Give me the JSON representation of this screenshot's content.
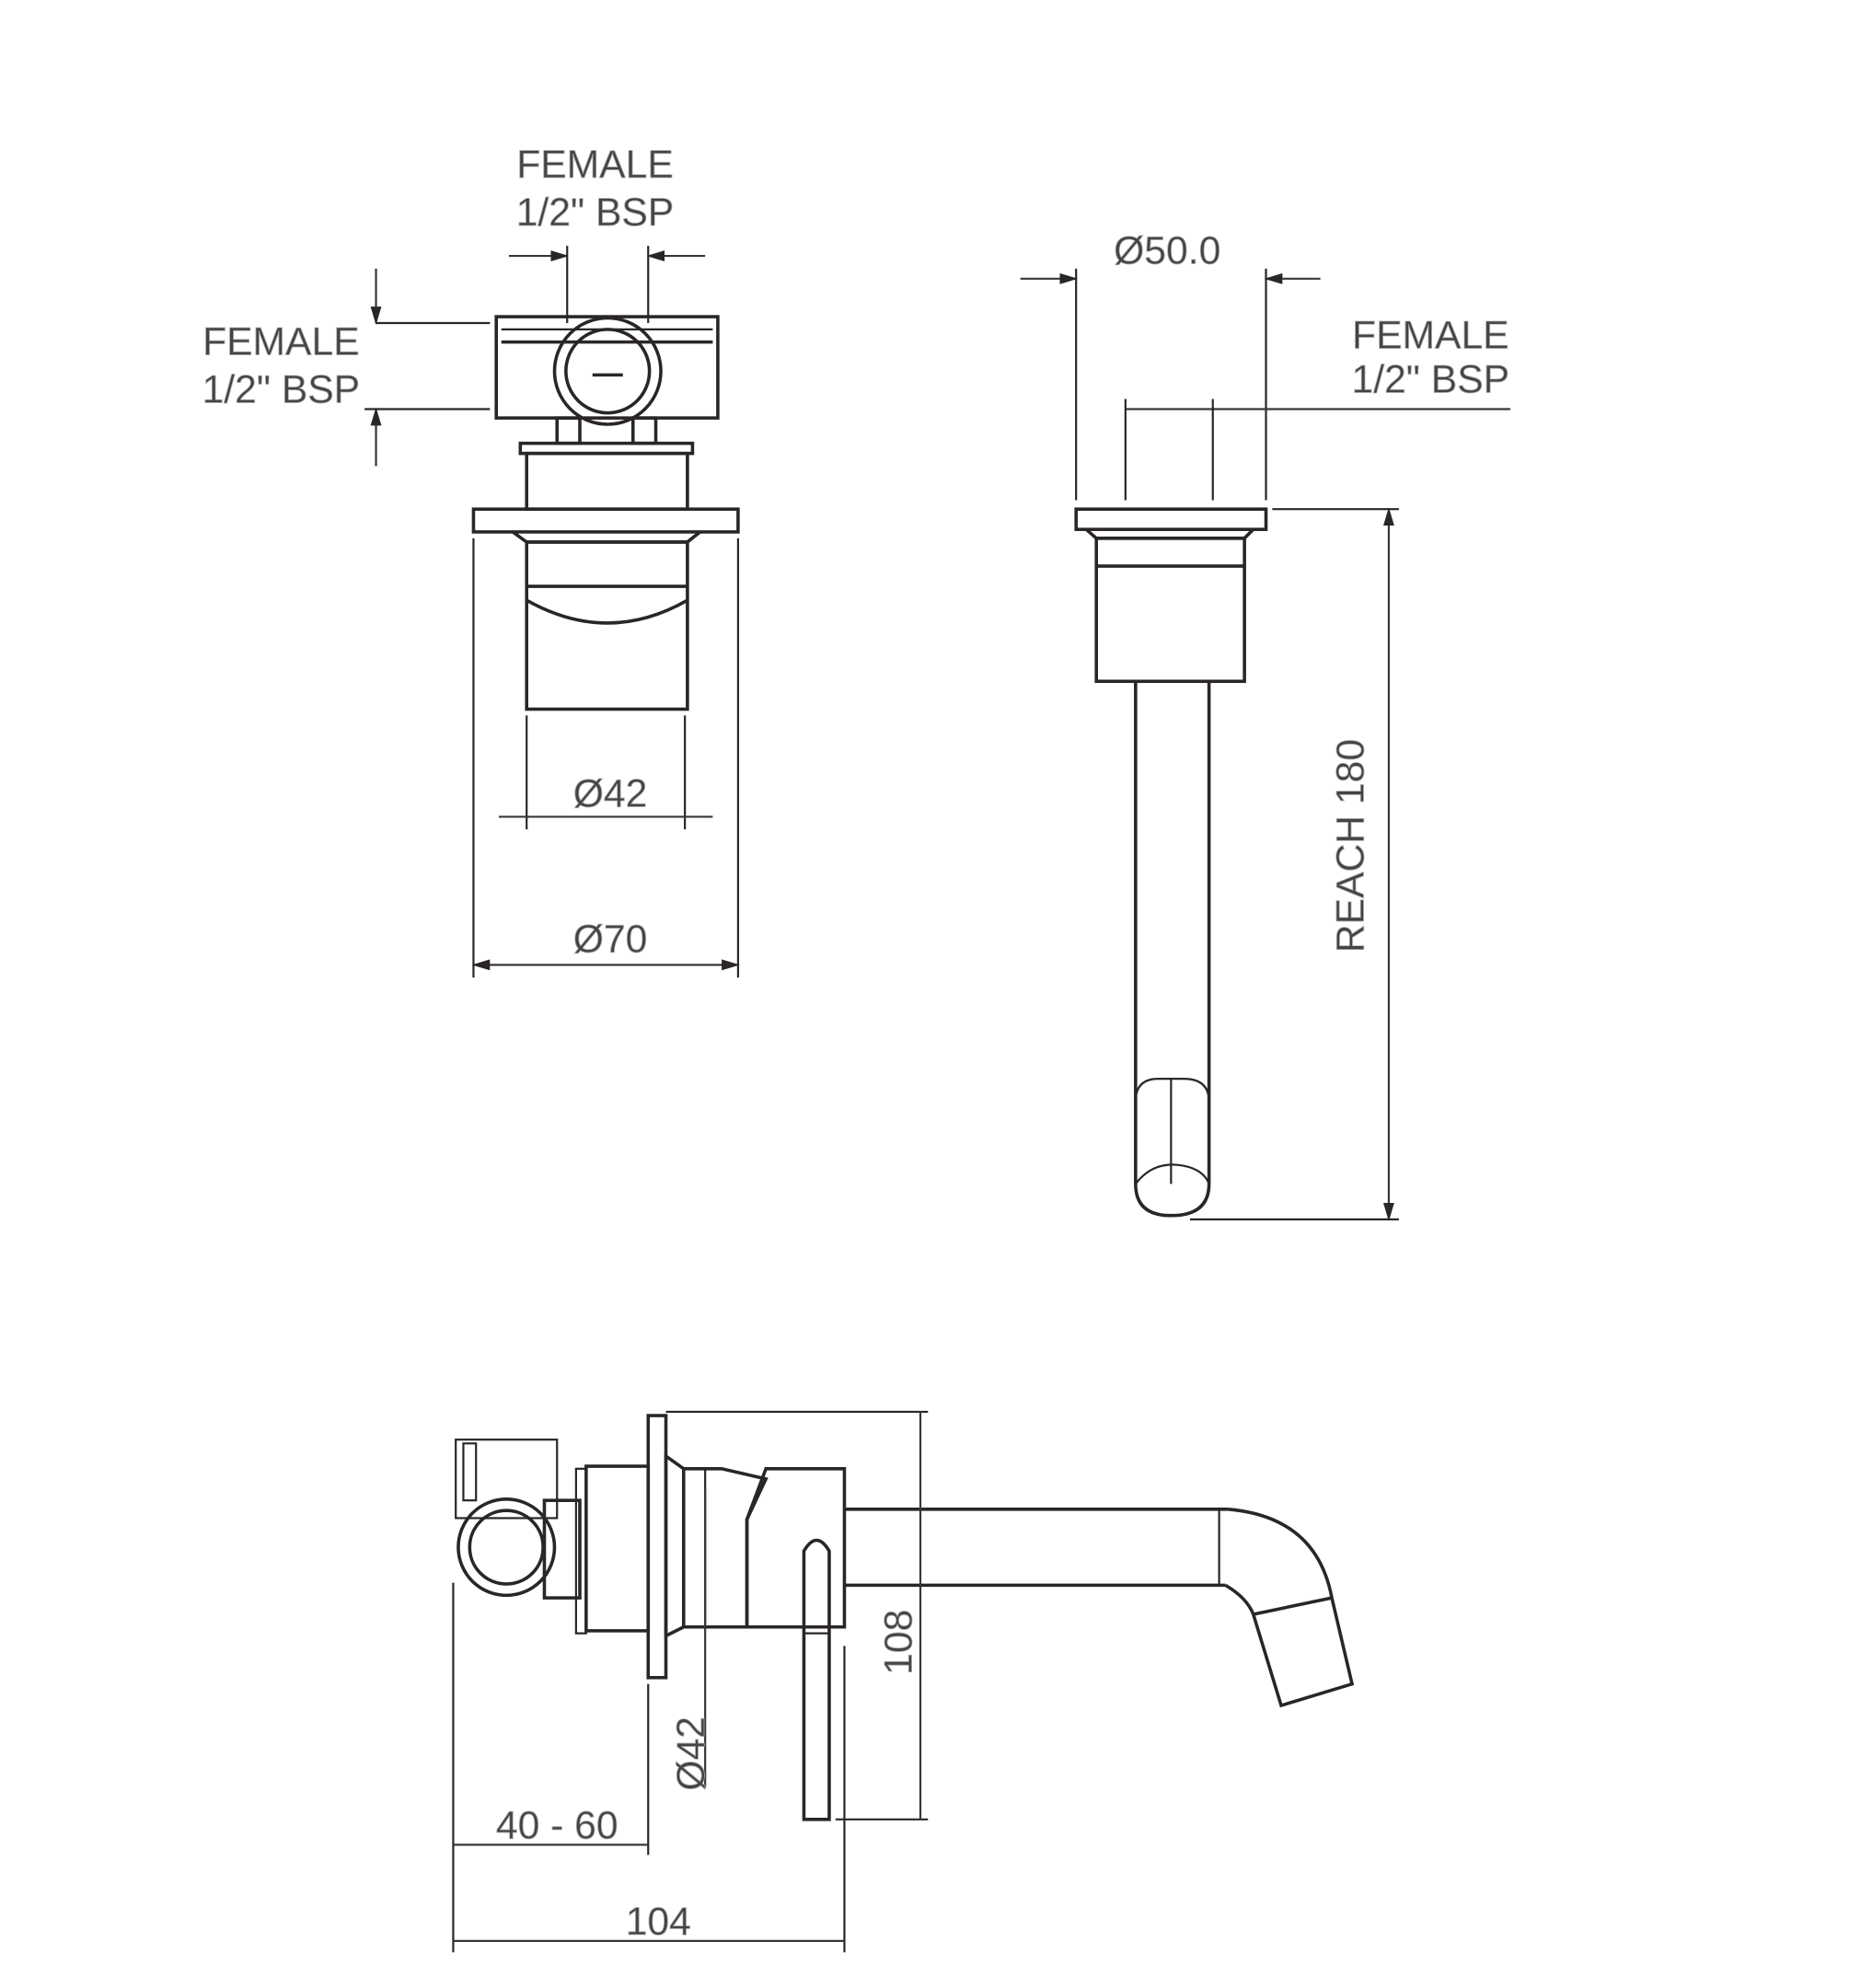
{
  "front_view": {
    "top_connection_line1": "FEMALE",
    "top_connection_line2": "1/2\" BSP",
    "side_connection_line1": "FEMALE",
    "side_connection_line2": "1/2\" BSP",
    "body_diameter": "Ø42",
    "plate_diameter": "Ø70"
  },
  "spout_top_view": {
    "flange_diameter": "Ø50.0",
    "connection_line1": "FEMALE",
    "connection_line2": "1/2\" BSP",
    "reach": "REACH 180"
  },
  "side_view": {
    "height": "108",
    "body_diameter": "Ø42",
    "wall_depth": "40 - 60",
    "total_depth": "104"
  }
}
